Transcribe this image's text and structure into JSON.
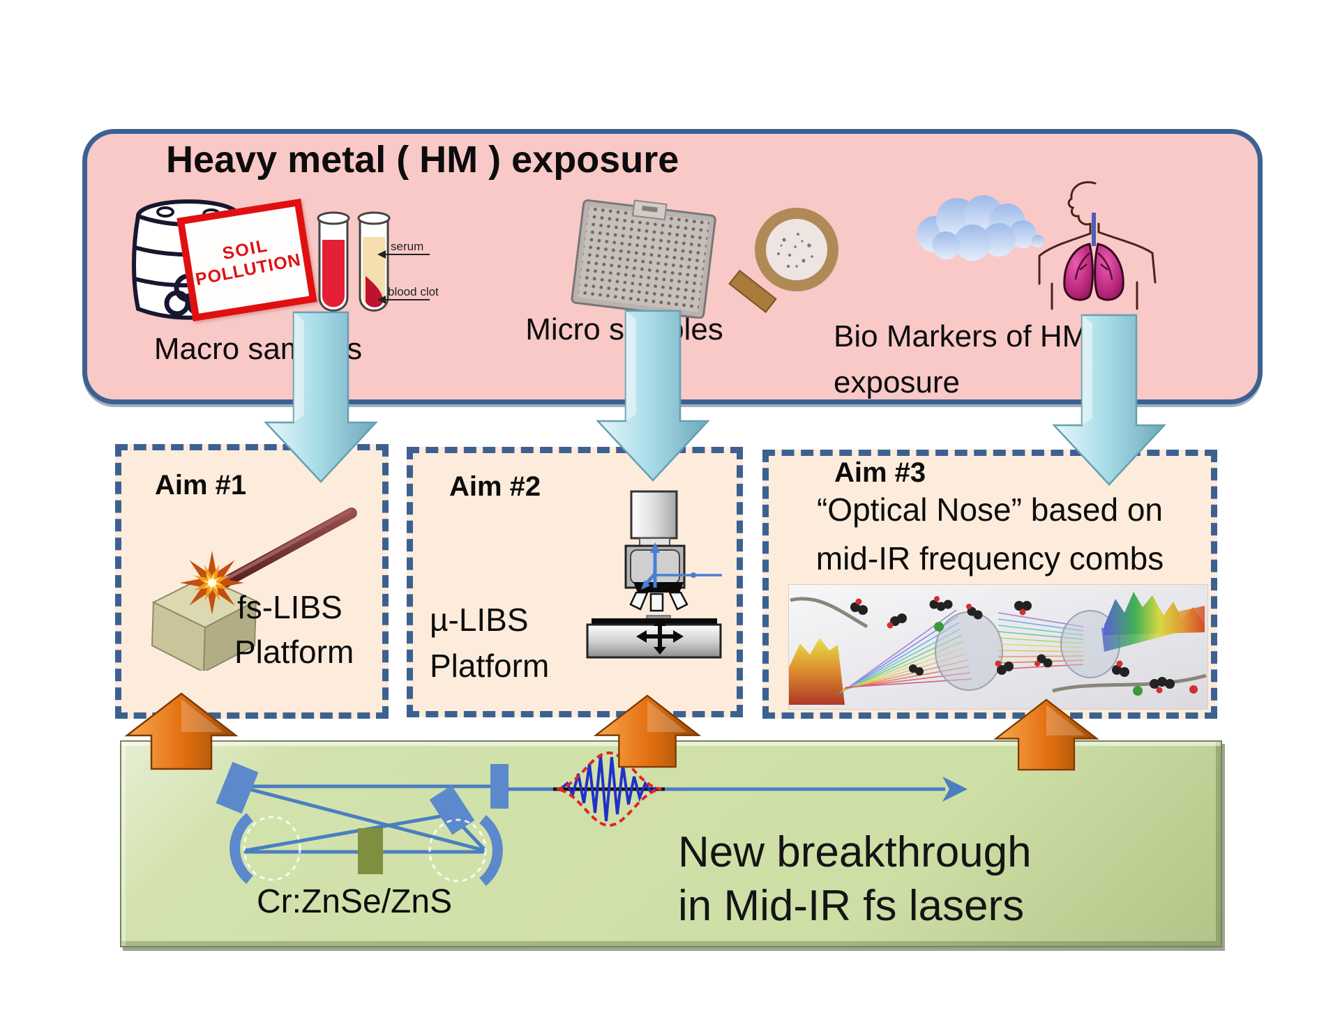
{
  "colors": {
    "pink_box_bg": "#f9c9c7",
    "box_border_blue": "#3b6191",
    "aim_box_bg": "#fdecdc",
    "green_box_bg": "#cddfa5",
    "cyan_arrow": "#abdde9",
    "orange_arrow": "#e47112",
    "optics_blue": "#5b89cc",
    "crystal_olive": "#7e8f3f",
    "sign_red": "#e01010",
    "lungs_magenta": "#b5257a"
  },
  "top_box": {
    "title": "Heavy metal ( HM ) exposure",
    "macro": {
      "label": "Macro samples",
      "sign_line1": "SOIL",
      "sign_line2": "POLLUTION",
      "tube_label_top": "serum",
      "tube_label_bottom": "blood clot"
    },
    "micro": {
      "label": "Micro samples"
    },
    "bio": {
      "label_line1": "Bio Markers of HM",
      "label_line2": "exposure"
    }
  },
  "aims": [
    {
      "title": "Aim #1",
      "caption_line1": "fs-LIBS",
      "caption_line2": "Platform"
    },
    {
      "title": "Aim #2",
      "caption_line1": "µ-LIBS",
      "caption_line2": "Platform"
    },
    {
      "title": "Aim #3",
      "subtitle_line1": "“Optical Nose” based on",
      "subtitle_line2": "mid-IR frequency combs"
    }
  ],
  "bottom_box": {
    "crystal_label": "Cr:ZnSe/ZnS",
    "headline_line1": "New breakthrough",
    "headline_line2": "in Mid-IR fs lasers"
  }
}
